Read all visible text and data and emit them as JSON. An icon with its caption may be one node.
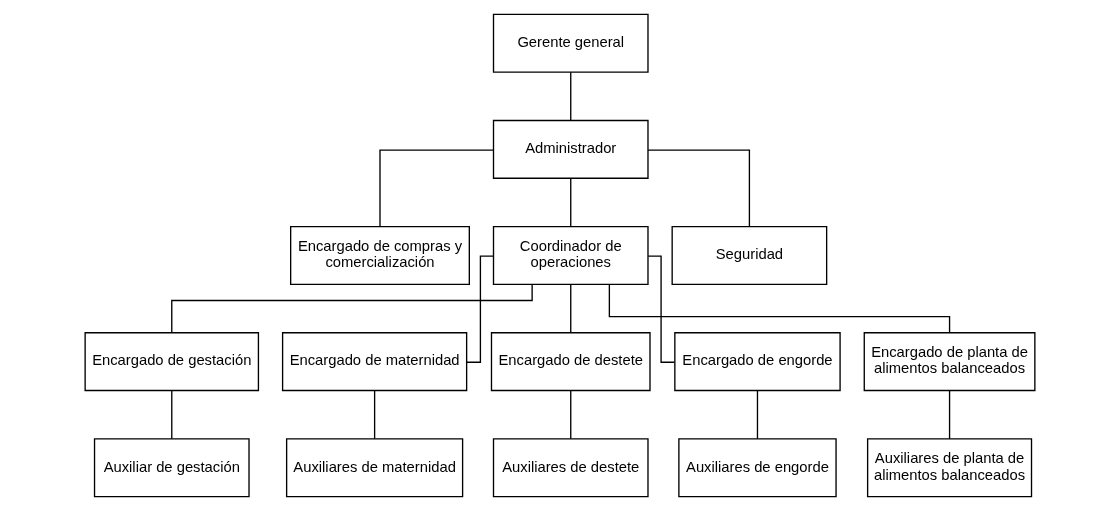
{
  "diagram": {
    "nodes": [
      {
        "text": [
          "Gerente general"
        ]
      },
      {
        "text": [
          "Administrador"
        ]
      },
      {
        "text": [
          "Encargado de compras y comercialización"
        ]
      },
      {
        "text": [
          "Coordinador de operaciones"
        ]
      },
      {
        "text": [
          "Seguridad"
        ]
      },
      {
        "text": [
          "Encargado de gestación"
        ]
      },
      {
        "text": [
          "Encargado de maternidad"
        ]
      },
      {
        "text": [
          "Encargado de destete"
        ]
      },
      {
        "text": [
          "Encargado de engorde"
        ]
      },
      {
        "text": [
          "Encargado de planta de alimentos balanceados"
        ]
      },
      {
        "text": [
          "Auxiliar de gestación"
        ]
      },
      {
        "text": [
          "Auxiliares de maternidad"
        ]
      },
      {
        "text": [
          "Auxiliares de destete"
        ]
      },
      {
        "text": [
          "Auxiliares de engorde"
        ]
      },
      {
        "text": [
          "Auxiliares de planta de alimentos balanceados"
        ]
      }
    ],
    "edges": [
      {
        "from": 0,
        "to": 1,
        "arrow": "none"
      },
      {
        "from": 1,
        "to": 2,
        "arrow": "none"
      },
      {
        "from": 1,
        "to": 3,
        "arrow": "none"
      },
      {
        "from": 1,
        "to": 4,
        "arrow": "none"
      },
      {
        "from": 3,
        "to": 5,
        "arrow": "none"
      },
      {
        "from": 3,
        "to": 6,
        "arrow": "none"
      },
      {
        "from": 3,
        "to": 7,
        "arrow": "none"
      },
      {
        "from": 3,
        "to": 8,
        "arrow": "none"
      },
      {
        "from": 3,
        "to": 9,
        "arrow": "none"
      },
      {
        "from": 5,
        "to": 10,
        "arrow": "none"
      },
      {
        "from": 6,
        "to": 11,
        "arrow": "none"
      },
      {
        "from": 7,
        "to": 12,
        "arrow": "none"
      },
      {
        "from": 8,
        "to": 13,
        "arrow": "none"
      },
      {
        "from": 9,
        "to": 14,
        "arrow": "none"
      }
    ]
  }
}
